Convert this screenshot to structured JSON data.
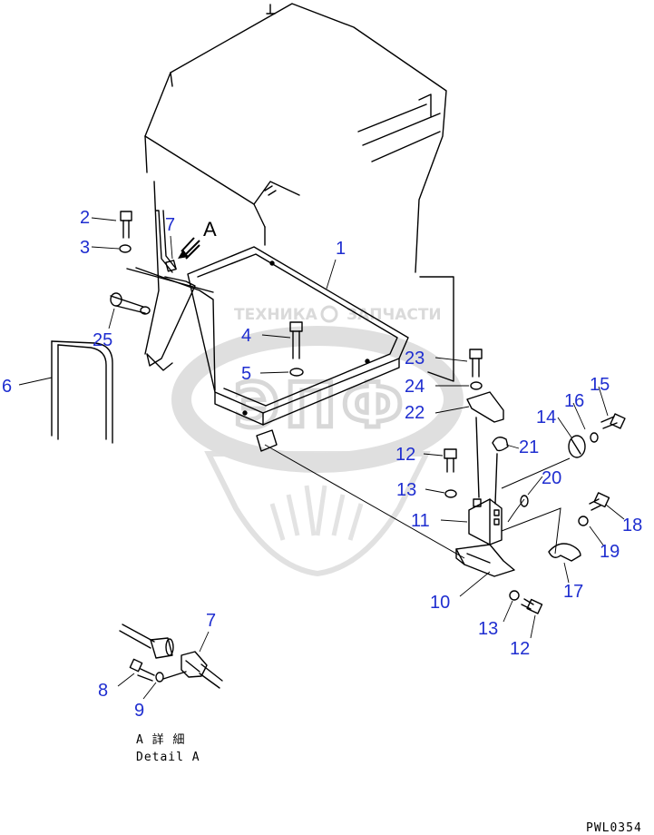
{
  "drawing": {
    "view_label": "A",
    "detail_caption_jp": "A 詳 細",
    "detail_caption_en": "Detail A",
    "drawing_code": "PWL0354",
    "watermark_left": "ТЕХНИКА",
    "watermark_right": "ЗАПЧАСТИ",
    "watermark_logo": "ЭПФ"
  },
  "callouts": [
    {
      "id": "c1",
      "label": "1"
    },
    {
      "id": "c2",
      "label": "2"
    },
    {
      "id": "c3",
      "label": "3"
    },
    {
      "id": "c4",
      "label": "4"
    },
    {
      "id": "c5",
      "label": "5"
    },
    {
      "id": "c6",
      "label": "6"
    },
    {
      "id": "c7a",
      "label": "7"
    },
    {
      "id": "c7b",
      "label": "7"
    },
    {
      "id": "c8",
      "label": "8"
    },
    {
      "id": "c9",
      "label": "9"
    },
    {
      "id": "c10",
      "label": "10"
    },
    {
      "id": "c11",
      "label": "11"
    },
    {
      "id": "c12a",
      "label": "12"
    },
    {
      "id": "c12b",
      "label": "12"
    },
    {
      "id": "c13a",
      "label": "13"
    },
    {
      "id": "c13b",
      "label": "13"
    },
    {
      "id": "c14",
      "label": "14"
    },
    {
      "id": "c15",
      "label": "15"
    },
    {
      "id": "c16",
      "label": "16"
    },
    {
      "id": "c17",
      "label": "17"
    },
    {
      "id": "c18",
      "label": "18"
    },
    {
      "id": "c19",
      "label": "19"
    },
    {
      "id": "c20",
      "label": "20"
    },
    {
      "id": "c21",
      "label": "21"
    },
    {
      "id": "c22",
      "label": "22"
    },
    {
      "id": "c23",
      "label": "23"
    },
    {
      "id": "c24",
      "label": "24"
    },
    {
      "id": "c25",
      "label": "25"
    }
  ],
  "colors": {
    "callout": "#1f2ed0",
    "linework": "#000000",
    "watermark": "#d7d7d7"
  }
}
